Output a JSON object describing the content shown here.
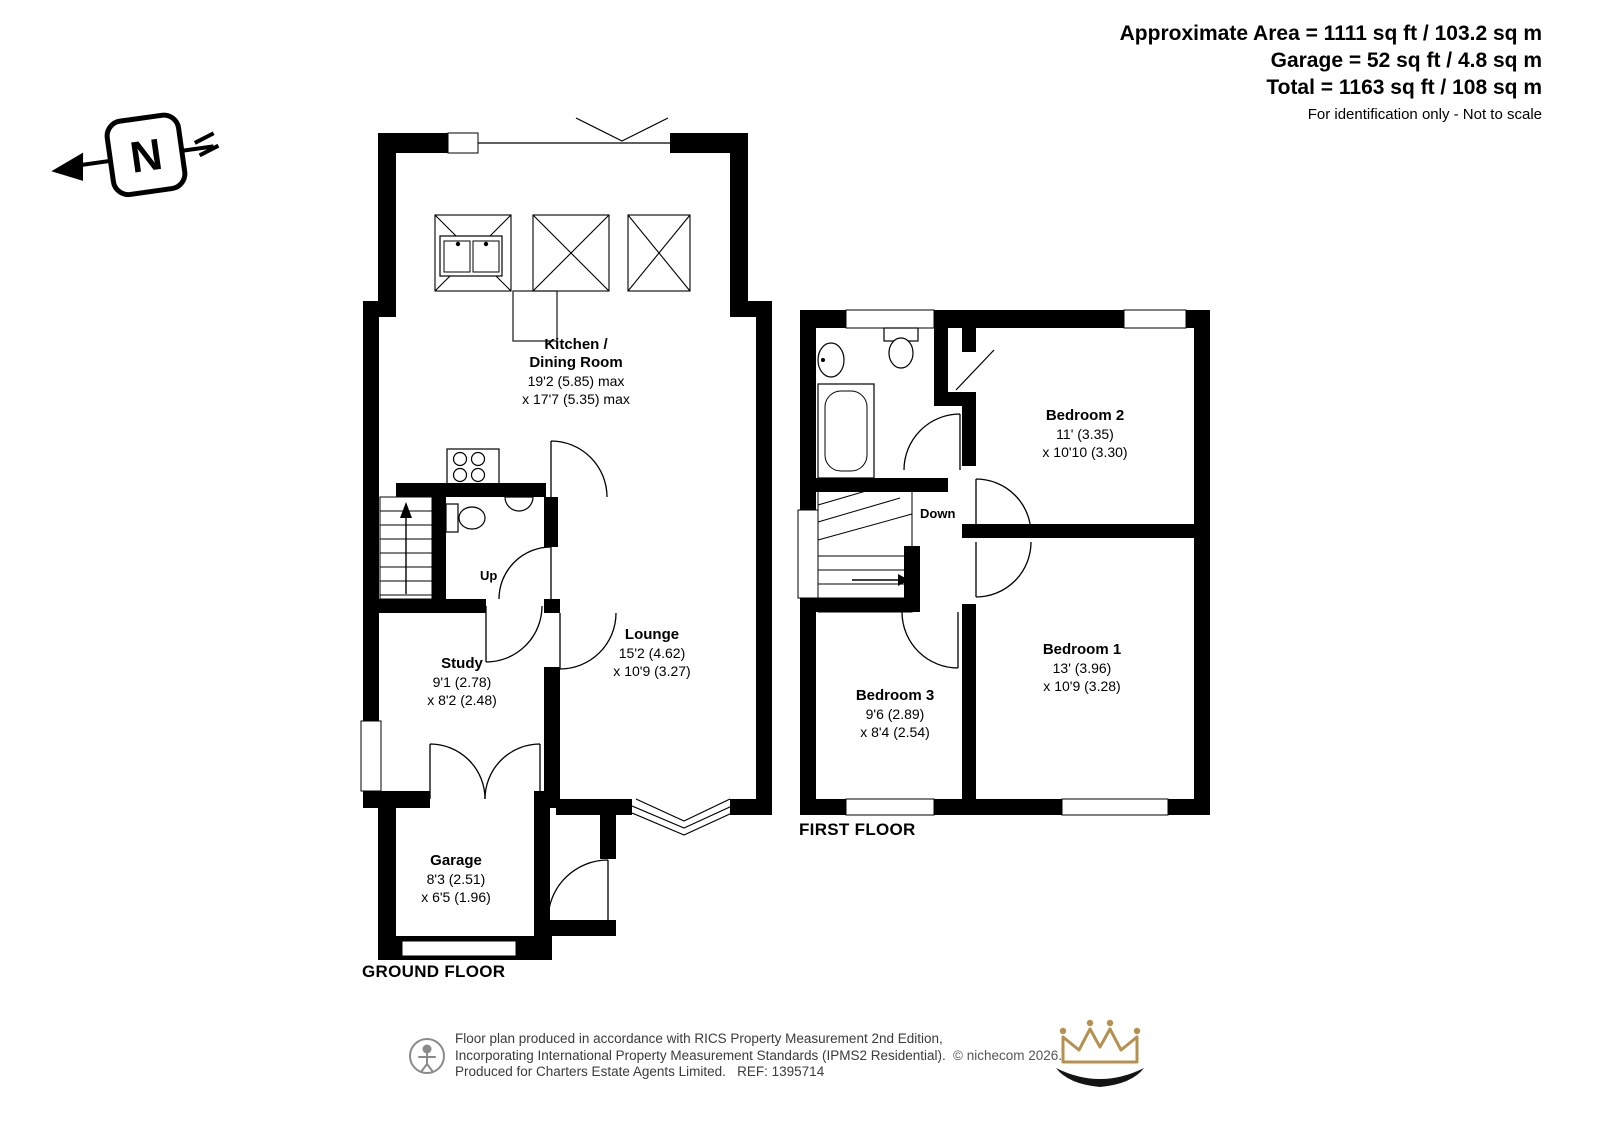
{
  "header": {
    "area_line": "Approximate Area = 1111 sq ft / 103.2 sq m",
    "garage_line": "Garage = 52 sq ft / 4.8 sq m",
    "total_line": "Total = 1163 sq ft / 108 sq m",
    "disclaimer": "For identification only - Not to scale"
  },
  "compass": {
    "letter": "N"
  },
  "ground_floor": {
    "title": "GROUND FLOOR",
    "stairs_label": "Up",
    "kitchen": {
      "name_line1": "Kitchen /",
      "name_line2": "Dining Room",
      "dims_line1": "19'2 (5.85) max",
      "dims_line2": "x 17'7 (5.35) max"
    },
    "lounge": {
      "name": "Lounge",
      "dims_line1": "15'2 (4.62)",
      "dims_line2": "x 10'9 (3.27)"
    },
    "study": {
      "name": "Study",
      "dims_line1": "9'1 (2.78)",
      "dims_line2": "x 8'2 (2.48)"
    },
    "garage": {
      "name": "Garage",
      "dims_line1": "8'3 (2.51)",
      "dims_line2": "x 6'5 (1.96)"
    }
  },
  "first_floor": {
    "title": "FIRST FLOOR",
    "stairs_label": "Down",
    "bedroom1": {
      "name": "Bedroom 1",
      "dims_line1": "13' (3.96)",
      "dims_line2": "x 10'9 (3.28)"
    },
    "bedroom2": {
      "name": "Bedroom 2",
      "dims_line1": "11' (3.35)",
      "dims_line2": "x 10'10 (3.30)"
    },
    "bedroom3": {
      "name": "Bedroom 3",
      "dims_line1": "9'6 (2.89)",
      "dims_line2": "x 8'4 (2.54)"
    }
  },
  "footer": {
    "line1": "Floor plan produced in accordance with RICS Property Measurement 2nd Edition,",
    "line2": "Incorporating International Property Measurement Standards (IPMS2 Residential).",
    "line3": "Produced for Charters Estate Agents Limited.   REF: 1395714",
    "copyright": "© nichecom 2026."
  },
  "colors": {
    "wall": "#000000",
    "crown_gold": "#b5904e"
  }
}
